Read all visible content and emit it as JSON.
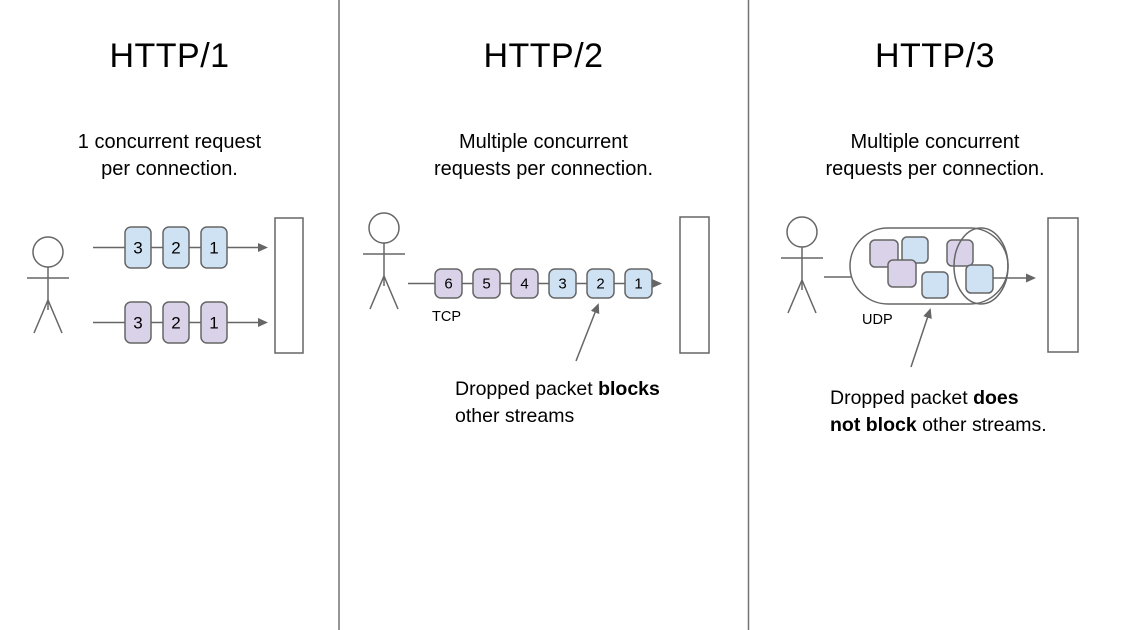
{
  "colors": {
    "blue_packet": "#cfe2f3",
    "purple_packet": "#d9d2e9",
    "line_stroke": "#666666",
    "divider": "#737373",
    "text": "#000000"
  },
  "columns": {
    "http1": {
      "title": "HTTP/1",
      "subtitle_line1": "1 concurrent request",
      "subtitle_line2": "per connection.",
      "rows": [
        {
          "packets": [
            "3",
            "2",
            "1"
          ]
        },
        {
          "packets": [
            "3",
            "2",
            "1"
          ]
        }
      ]
    },
    "http2": {
      "title": "HTTP/2",
      "subtitle_line1": "Multiple concurrent",
      "subtitle_line2": "requests per connection.",
      "packets": [
        "6",
        "5",
        "4",
        "3",
        "2",
        "1"
      ],
      "protocol_label": "TCP",
      "annotation": {
        "line1_pre": "Dropped packet ",
        "line1_bold": "blocks",
        "line2_bold": "",
        "line2_post": "other streams"
      }
    },
    "http3": {
      "title": "HTTP/3",
      "subtitle_line1": "Multiple concurrent",
      "subtitle_line2": "requests per connection.",
      "protocol_label": "UDP",
      "annotation": {
        "line1_pre": "Dropped packet ",
        "line1_bold": "does",
        "line2_bold": "not block",
        "line2_post": " other streams."
      }
    }
  }
}
